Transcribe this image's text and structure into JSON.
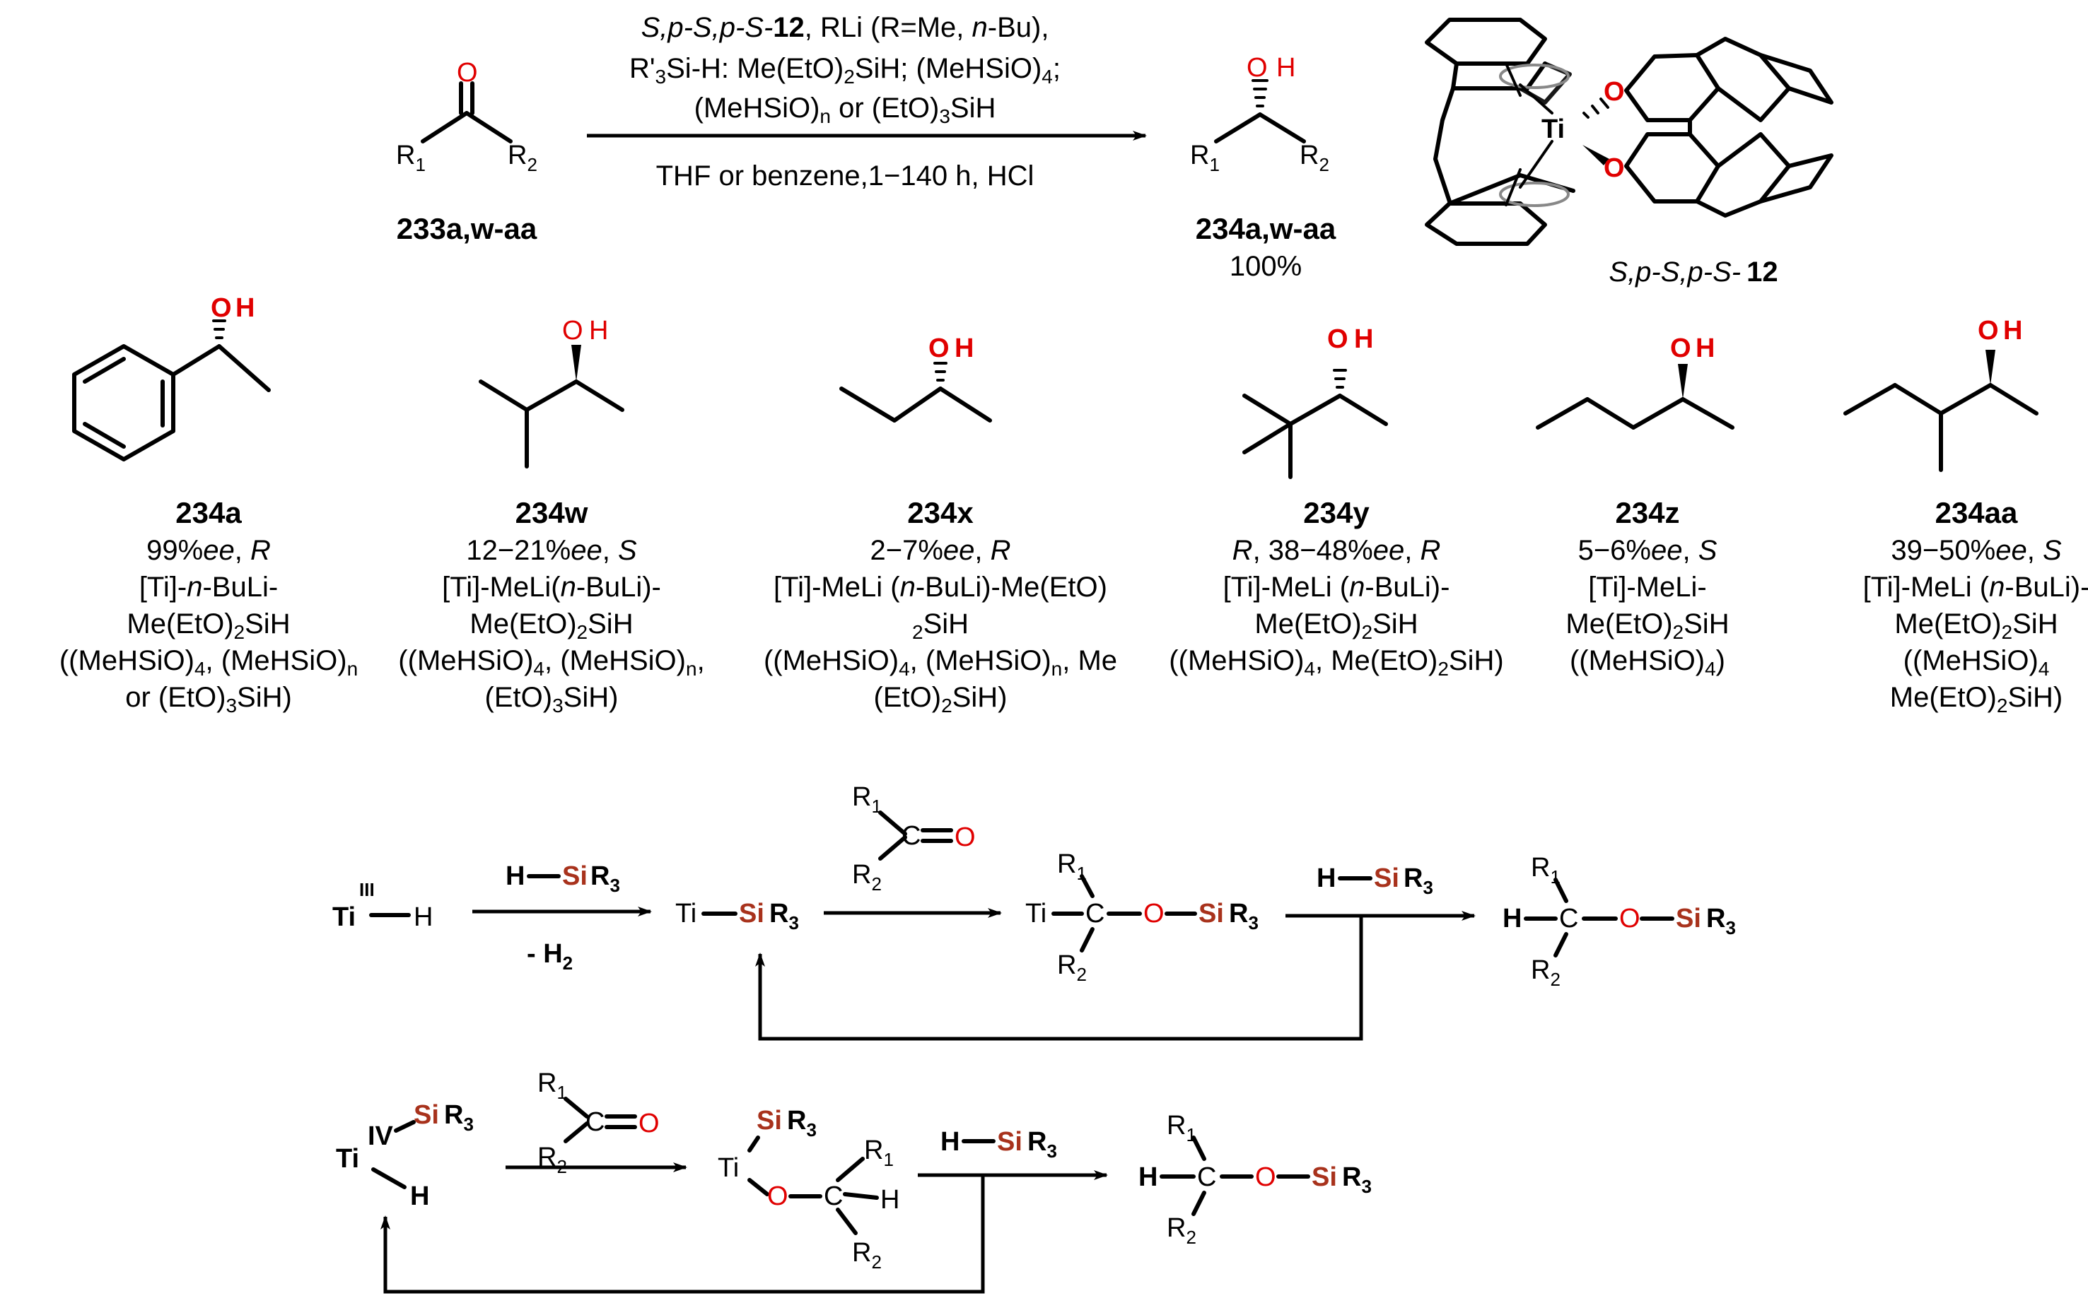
{
  "reaction": {
    "substrate_label": "233a,w-aa",
    "product_label": "234a,w-aa",
    "product_yield": "100%",
    "catalyst_label_prefix": "S,p-S,p-S-",
    "catalyst_label_number": "12",
    "conditions": {
      "line1_prefix": "S,p-S,p-S-",
      "line1_bold": "12",
      "line1_rest_a": ", RLi (R=Me, ",
      "line1_italic": "n",
      "line1_rest_b": "-Bu),",
      "line2_a": "R'",
      "line2_sub3": "3",
      "line2_b": "Si-H: Me(EtO)",
      "line2_sub2": "2",
      "line2_c": "SiH; (MeHSiO)",
      "line2_sub4": "4",
      "line2_d": ";",
      "line3_a": "(MeHSiO)",
      "line3_subn": "n",
      "line3_b": " or (EtO)",
      "line3_sub3": "3",
      "line3_c": "SiH",
      "below": "THF or benzene,1−140 h, HCl"
    }
  },
  "atoms": {
    "O": "O",
    "OH_O": "O",
    "OH_H": "H",
    "Ti": "Ti",
    "R": "R",
    "sub1": "1",
    "sub2": "2",
    "sub3": "3",
    "H": "H",
    "Si": "Si",
    "C": "C"
  },
  "compounds": [
    {
      "id": "234a",
      "lines": [
        "99%",
        "ee",
        ", ",
        "R"
      ],
      "detail": [
        "[Ti]-n-BuLi-",
        "Me(EtO)2SiH",
        "((MeHSiO)4, (MeHSiO)n",
        "or (EtO)3SiH)"
      ]
    },
    {
      "id": "234w",
      "lines": [
        "12−21%",
        "ee",
        ", ",
        "S"
      ],
      "detail": [
        "[Ti]-MeLi(n-BuLi)-",
        "Me(EtO)2SiH",
        "((MeHSiO)4, (MeHSiO)n,",
        "(EtO)3SiH)"
      ]
    },
    {
      "id": "234x",
      "lines": [
        "2−7%",
        "ee",
        ", ",
        "R"
      ],
      "detail": [
        "[Ti]-MeLi (n-BuLi)-Me(EtO)",
        "2SiH",
        "((MeHSiO)4, (MeHSiO)n, Me",
        "(EtO)2SiH)"
      ]
    },
    {
      "id": "234y",
      "lines": [
        "R, 38−48%",
        "ee",
        ", ",
        "R"
      ],
      "detail": [
        "[Ti]-MeLi (n-BuLi)-",
        "Me(EtO)2SiH",
        "((MeHSiO)4, Me(EtO)2SiH)"
      ]
    },
    {
      "id": "234z",
      "lines": [
        "5−6%",
        "ee",
        ", ",
        "S"
      ],
      "detail": [
        "[Ti]-MeLi-",
        "Me(EtO)2SiH",
        "((MeHSiO)4)"
      ]
    },
    {
      "id": "234aa",
      "lines": [
        "39−50%",
        "ee",
        ", ",
        "S"
      ],
      "detail": [
        "[Ti]-MeLi (n-BuLi)-",
        "Me(EtO)2SiH",
        "((MeHSiO)4",
        "Me(EtO)2SiH)"
      ]
    }
  ],
  "mechanism": {
    "ox_III": "III",
    "ox_IV": "IV",
    "minus": "- H",
    "minus_sub": "2"
  }
}
